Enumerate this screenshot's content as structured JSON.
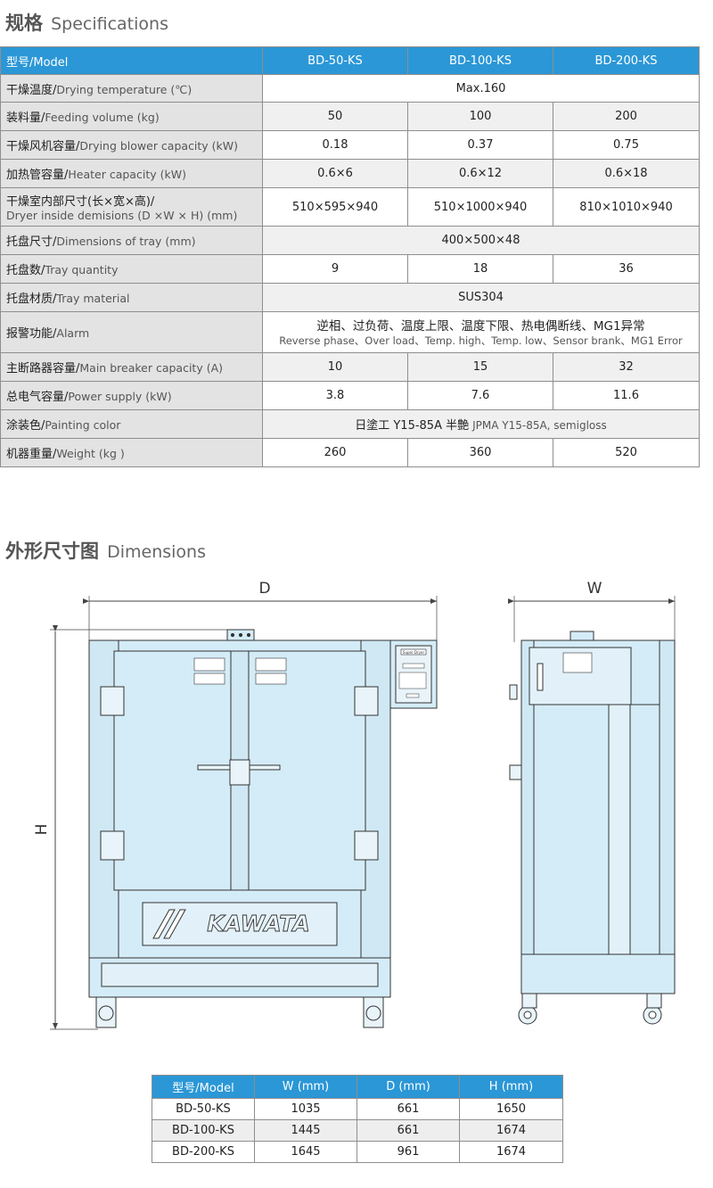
{
  "spec_section": {
    "title_zh": "规格",
    "title_en": "Specifications"
  },
  "spec_table": {
    "header": {
      "label": "型号/Model",
      "models": [
        "BD-50-KS",
        "BD-100-KS",
        "BD-200-KS"
      ]
    },
    "rows": [
      {
        "zh": "干燥温度/",
        "en": "Drying temperature (℃)",
        "merged": "Max.160"
      },
      {
        "zh": "装料量/",
        "en": "Feeding volume (kg)",
        "values": [
          "50",
          "100",
          "200"
        ]
      },
      {
        "zh": "干燥风机容量/",
        "en": "Drying blower capacity (kW)",
        "values": [
          "0.18",
          "0.37",
          "0.75"
        ]
      },
      {
        "zh": "加热管容量/",
        "en": "Heater capacity (kW)",
        "values": [
          "0.6×6",
          "0.6×12",
          "0.6×18"
        ]
      },
      {
        "zh": "干燥室内部尺寸(长×宽×高)/",
        "en": "Dryer inside demisions (D ×W × H) (mm)",
        "values": [
          "510×595×940",
          "510×1000×940",
          "810×1010×940"
        ]
      },
      {
        "zh": "托盘尺寸/",
        "en": "Dimensions of tray (mm)",
        "merged": "400×500×48"
      },
      {
        "zh": "托盘数/",
        "en": "Tray quantity",
        "values": [
          "9",
          "18",
          "36"
        ]
      },
      {
        "zh": "托盘材质/",
        "en": "Tray material",
        "merged": "SUS304"
      },
      {
        "zh": "报警功能/",
        "en": "Alarm",
        "merged_zh": "逆相、过负荷、温度上限、温度下限、热电偶断线、MG1异常",
        "merged_en": "Reverse phase、Over load、Temp. high、Temp. low、Sensor brank、MG1 Error"
      },
      {
        "zh": "主断路器容量/",
        "en": "Main breaker capacity (A)",
        "values": [
          "10",
          "15",
          "32"
        ]
      },
      {
        "zh": "总电气容量/",
        "en": "Power supply (kW)",
        "values": [
          "3.8",
          "7.6",
          "11.6"
        ]
      },
      {
        "zh": "涂装色/",
        "en": "Painting color",
        "merged_zh": "日塗工 Y15-85A 半艶",
        "merged_en": "JPMA Y15-85A, semigloss"
      },
      {
        "zh": "机器重量/",
        "en": "Weight (kg )",
        "values": [
          "260",
          "360",
          "520"
        ]
      }
    ]
  },
  "dimension_section": {
    "title_zh": "外形尺寸图",
    "title_en": "Dimensions"
  },
  "drawing": {
    "label_d": "D",
    "label_w": "W",
    "label_h": "H",
    "brand": "KAWATA",
    "panel_label": "Super Dryer",
    "colors": {
      "body": "#d4ecf7",
      "line": "#333333",
      "dim_line": "#444444"
    }
  },
  "dims_table": {
    "headers": [
      "型号/Model",
      "W (mm)",
      "D (mm)",
      "H (mm)"
    ],
    "rows": [
      [
        "BD-50-KS",
        "1035",
        "661",
        "1650"
      ],
      [
        "BD-100-KS",
        "1445",
        "661",
        "1674"
      ],
      [
        "BD-200-KS",
        "1645",
        "961",
        "1674"
      ]
    ]
  },
  "colors": {
    "header_blue": "#2b97d6",
    "label_gray": "#e3e3e3",
    "zebra": "#f0f0f0"
  }
}
